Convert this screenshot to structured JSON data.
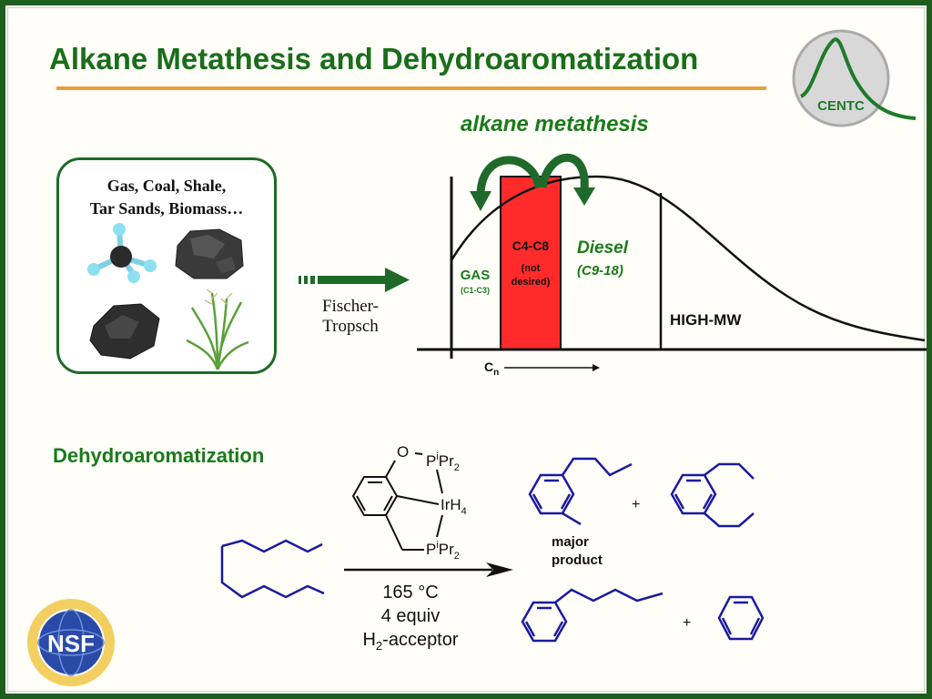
{
  "slide": {
    "title": "Alkane Metathesis and Dehydroaromatization",
    "logo": {
      "text": "CENTC",
      "icon": "centc-logo-icon"
    },
    "nsf_logo": {
      "text": "NSF",
      "icon": "nsf-logo-icon"
    },
    "colors": {
      "title_green": "#1a6e1a",
      "rule_orange": "#e8a03a",
      "structure_blue": "#1a1aa0",
      "c4c8_red": "#ff2b2b",
      "border_green": "#1f5d1f"
    }
  },
  "feedstock": {
    "line1": "Gas, Coal, Shale,",
    "line2": "Tar Sands, Biomass…",
    "images": [
      "methane-molecule-icon",
      "coal-lump-icon",
      "shale-rock-icon",
      "grass-biomass-icon"
    ]
  },
  "fischer_tropsch": {
    "line1": "Fischer-",
    "line2": "Tropsch"
  },
  "distribution": {
    "heading": "alkane metathesis",
    "gas": "GAS",
    "gas_range": "(C1-C3)",
    "c4c8": "C4-C8",
    "c4c8_note1": "(not",
    "c4c8_note2": "desired)",
    "diesel": "Diesel",
    "diesel_range": "(C9-18)",
    "high_mw": "HIGH-MW",
    "axis_label": "C",
    "axis_subscript": "n"
  },
  "dehydro": {
    "heading": "Dehydroaromatization",
    "catalyst": {
      "o": "O",
      "p_top": "P",
      "sup_top": "i",
      "pr_top": "Pr",
      "sub_top": "2",
      "ir": "IrH",
      "ir_sub": "4",
      "p_bot": "P",
      "sup_bot": "i",
      "pr_bot": "Pr",
      "sub_bot": "2"
    },
    "conditions": {
      "temp": "165 °C",
      "equiv": "4 equiv",
      "h": "H",
      "h_sub": "2",
      "acceptor": "-acceptor"
    },
    "plus": "+",
    "major": "major",
    "product": "product"
  }
}
